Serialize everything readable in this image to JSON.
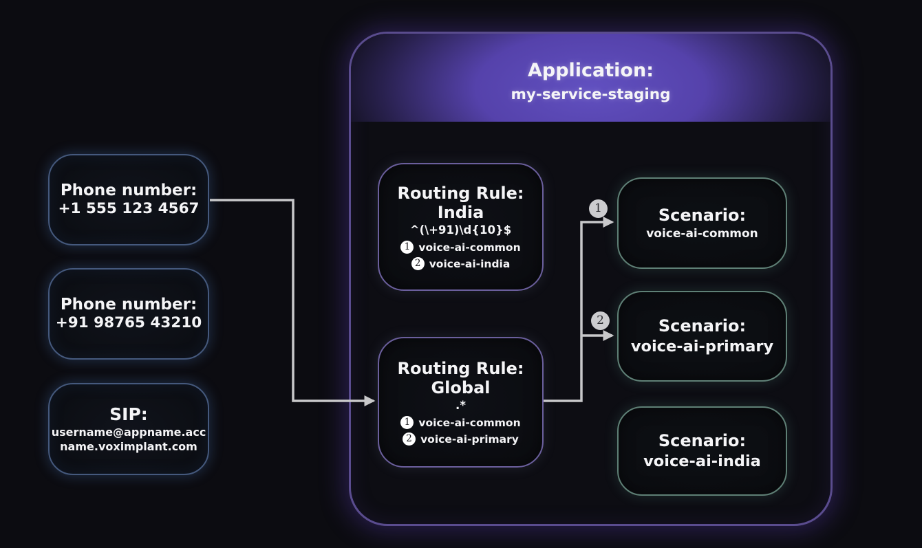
{
  "diagram": {
    "description_colors": {
      "background": "#0c0c11",
      "source_border": "#45597d",
      "app_border": "#5a4c8e",
      "header_purple": "#5e49b8",
      "rule_border": "#6b5f9d",
      "scenario_border": "#5f8076",
      "arrow": "#c8c8ca"
    },
    "sources": [
      {
        "title": "Phone number:",
        "lines": [
          "+1 555 123 4567"
        ]
      },
      {
        "title": "Phone number:",
        "lines": [
          "+91 98765 43210"
        ]
      },
      {
        "title": "SIP:",
        "lines": [
          "username@appname.acc",
          "name.voximplant.com"
        ]
      }
    ],
    "application": {
      "title": "Application:",
      "name": "my-service-staging",
      "routing_rules": [
        {
          "title": "Routing Rule:",
          "name": "India",
          "pattern": "^(\\+91)\\d{10}$",
          "scenarios": [
            {
              "order": "1",
              "label": "voice-ai-common"
            },
            {
              "order": "2",
              "label": "voice-ai-india"
            }
          ]
        },
        {
          "title": "Routing Rule:",
          "name": "Global",
          "pattern": ".*",
          "scenarios": [
            {
              "order": "1",
              "label": "voice-ai-common"
            },
            {
              "order": "2",
              "label": "voice-ai-primary"
            }
          ]
        }
      ],
      "scenarios": [
        {
          "title": "Scenario:",
          "name": "voice-ai-common"
        },
        {
          "title": "Scenario:",
          "name": "voice-ai-primary"
        },
        {
          "title": "Scenario:",
          "name": "voice-ai-india"
        }
      ]
    },
    "connectors": {
      "badges": [
        {
          "order": "1"
        },
        {
          "order": "2"
        }
      ]
    }
  }
}
